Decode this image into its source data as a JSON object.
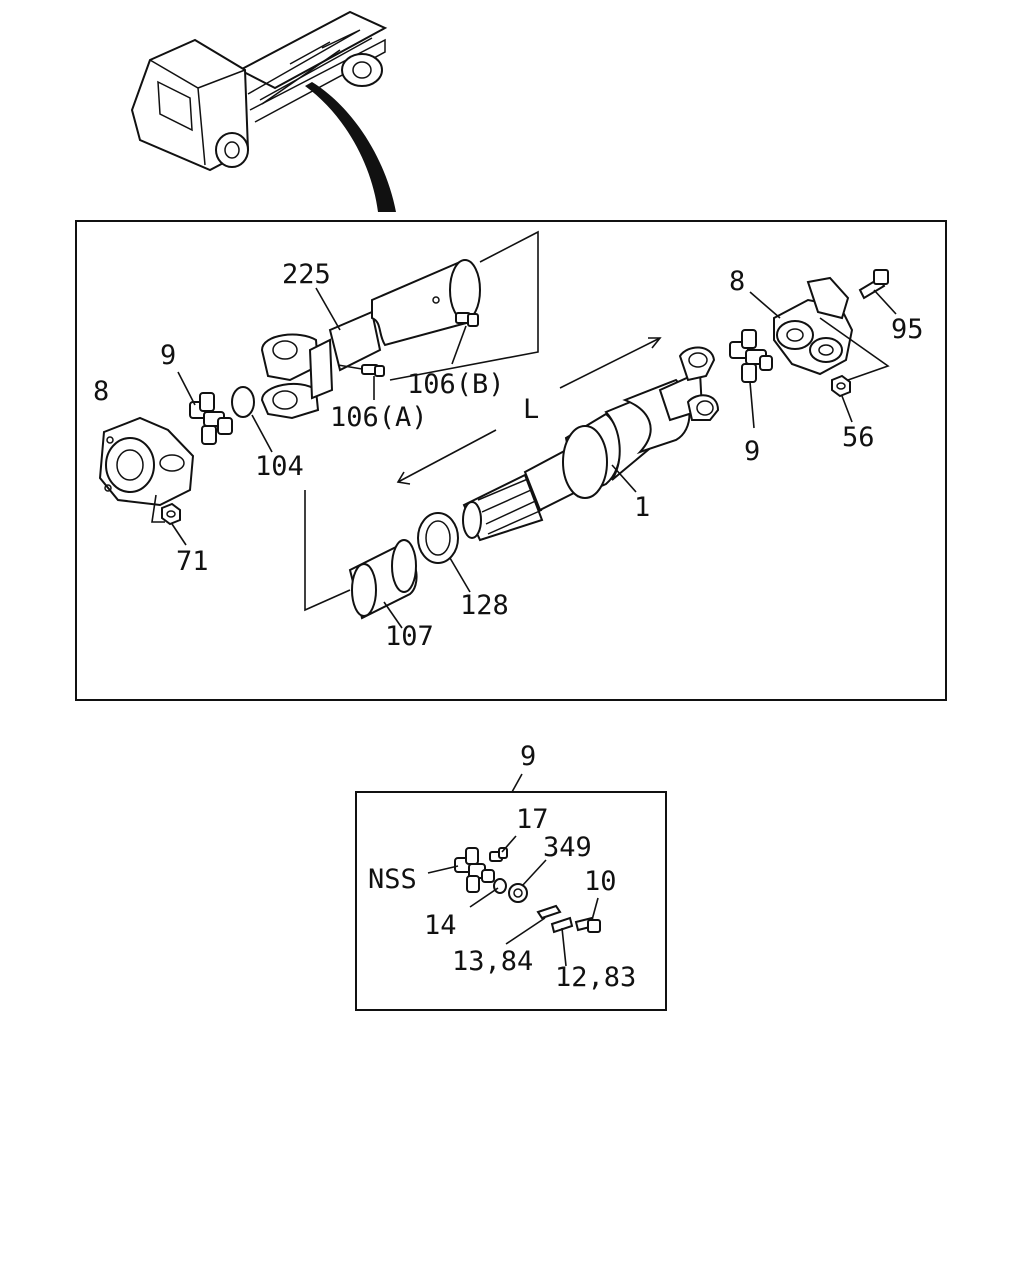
{
  "callouts": {
    "c225": "225",
    "c8_left": "8",
    "c9_left": "9",
    "c104": "104",
    "c106a": "106(A)",
    "c106b": "106(B)",
    "cL": "L",
    "c71": "71",
    "c107": "107",
    "c128": "128",
    "c1": "1",
    "c8_right": "8",
    "c95": "95",
    "c9_right": "9",
    "c56": "56"
  },
  "detail": {
    "ref": "9",
    "c17": "17",
    "c349": "349",
    "cNSS": "NSS",
    "c10": "10",
    "c14": "14",
    "c1384": "13,84",
    "c1283": "12,83"
  }
}
